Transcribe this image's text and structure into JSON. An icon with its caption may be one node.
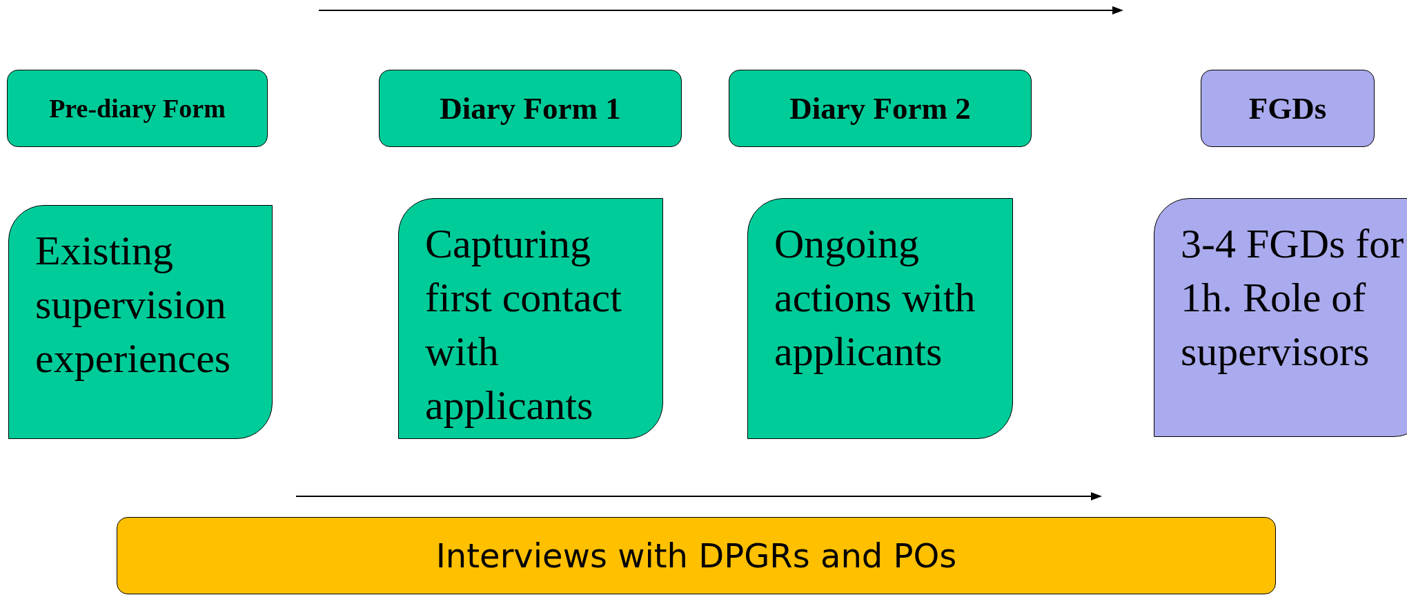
{
  "diagram": {
    "nodes": [
      {
        "text": [
          "Pre-diary Form"
        ]
      },
      {
        "text": [
          "Diary Form 1"
        ]
      },
      {
        "text": [
          "Diary Form 2"
        ]
      },
      {
        "text": [
          "FGDs"
        ]
      },
      {
        "text": [
          "Existing supervision experiences"
        ]
      },
      {
        "text": [
          "Capturing first contact with applicants"
        ]
      },
      {
        "text": [
          "Ongoing actions with applicants"
        ]
      },
      {
        "text": [
          "3-4 FGDs for 1h. Role of supervisors"
        ]
      },
      {
        "text": [
          "Interviews with DPGRs and POs"
        ]
      }
    ]
  }
}
